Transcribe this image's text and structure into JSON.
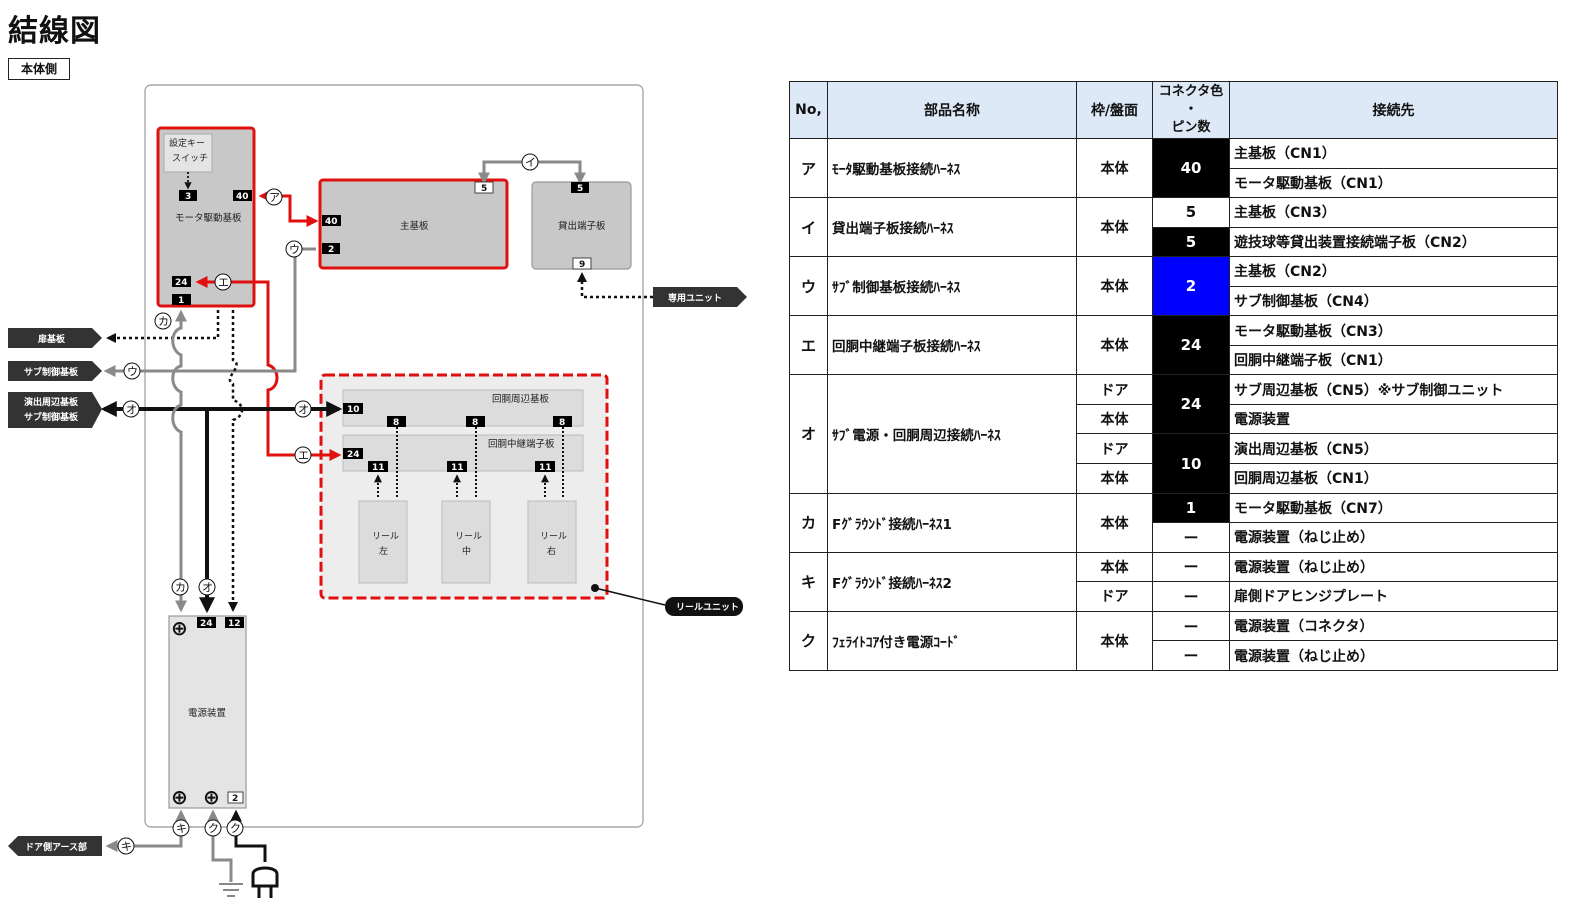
{
  "header": {
    "title": "結線図",
    "side_label": "本体側"
  },
  "colors": {
    "accent_red": "#e01010",
    "connector_black": "#000000",
    "connector_blue": "#0000ff",
    "header_bg": "#dde9f6",
    "board_gray": "#c8c8c8"
  },
  "diagram": {
    "boards": {
      "motor_board": "モータ駆動基板",
      "setting_key": "設定キー",
      "setting_switch": "スイッチ",
      "main_board": "主基板",
      "lending_board": "貸出端子板",
      "reel_periph_board": "回胴周辺基板",
      "reel_relay_board": "回胴中継端子板",
      "power_unit": "電源装置",
      "reel_left": "リール",
      "reel_left_pos": "左",
      "reel_center": "リール",
      "reel_center_pos": "中",
      "reel_right": "リール",
      "reel_right_pos": "右"
    },
    "tags": {
      "dedicated_unit": "専用ユニット",
      "door_board": "扉基板",
      "sub_control": "サブ制御基板",
      "effect_periph_1": "演出周辺基板",
      "effect_periph_2": "サブ制御基板",
      "reel_unit": "リールユニット",
      "door_earth": "ドア側アース部"
    },
    "pins": {
      "motor_3": "3",
      "motor_40": "40",
      "motor_24": "24",
      "motor_1": "1",
      "main_40": "40",
      "main_2": "2",
      "main_5": "5",
      "lend_5": "5",
      "lend_9": "9",
      "reel_10": "10",
      "reel_24": "24",
      "reel_8a": "8",
      "reel_8b": "8",
      "reel_8c": "8",
      "reel_11a": "11",
      "reel_11b": "11",
      "reel_11c": "11",
      "psu_24": "24",
      "psu_12": "12",
      "psu_2": "2"
    },
    "markers": {
      "a": "ア",
      "i": "イ",
      "u1": "ウ",
      "u2": "ウ",
      "e1": "エ",
      "e2": "エ",
      "o1": "オ",
      "o2": "オ",
      "o3": "オ",
      "ka1": "カ",
      "ka2": "カ",
      "ki1": "キ",
      "ki2": "キ",
      "ku1": "ク",
      "ku2": "ク"
    },
    "symbols": {
      "screw": "⊕"
    }
  },
  "table": {
    "headers": {
      "no": "No,",
      "name": "部品名称",
      "side": "枠/盤面",
      "pin_line1": "コネクタ色",
      "pin_line2": "・",
      "pin_line3": "ピン数",
      "dest": "接続先"
    },
    "rows": [
      {
        "no": "ア",
        "name": "ﾓｰﾀ駆動基板接続ﾊｰﾈｽ",
        "side": "本体",
        "pin": "40",
        "dest1": "主基板（CN1）",
        "dest2": "モータ駆動基板（CN1）"
      },
      {
        "no": "イ",
        "name": "貸出端子板接続ﾊｰﾈｽ",
        "side": "本体",
        "pin1": "5",
        "pin2": "5",
        "dest1": "主基板（CN3）",
        "dest2": "遊技球等貸出装置接続端子板（CN2）"
      },
      {
        "no": "ウ",
        "name": "ｻﾌﾞ制御基板接続ﾊｰﾈｽ",
        "side": "本体",
        "pin": "2",
        "dest1": "主基板（CN2）",
        "dest2": "サブ制御基板（CN4）"
      },
      {
        "no": "エ",
        "name": "回胴中継端子板接続ﾊｰﾈｽ",
        "side": "本体",
        "pin": "24",
        "dest1": "モータ駆動基板（CN3）",
        "dest2": "回胴中継端子板（CN1）"
      },
      {
        "no": "オ",
        "name": "ｻﾌﾞ電源・回胴周辺接続ﾊｰﾈｽ",
        "side1": "ドア",
        "side2": "本体",
        "side3": "ドア",
        "side4": "本体",
        "pin1": "24",
        "pin2": "10",
        "dest1": "サブ周辺基板（CN5）※サブ制御ユニット",
        "dest2": "電源装置",
        "dest3": "演出周辺基板（CN5）",
        "dest4": "回胴周辺基板（CN1）"
      },
      {
        "no": "カ",
        "name": "Fｸﾞﾗｳﾝﾄﾞ接続ﾊｰﾈｽ1",
        "side": "本体",
        "pin1": "1",
        "pin2": "ー",
        "dest1": "モータ駆動基板（CN7）",
        "dest2": "電源装置（ねじ止め）"
      },
      {
        "no": "キ",
        "name": "Fｸﾞﾗｳﾝﾄﾞ接続ﾊｰﾈｽ2",
        "side1": "本体",
        "side2": "ドア",
        "pin1": "ー",
        "pin2": "ー",
        "dest1": "電源装置（ねじ止め）",
        "dest2": "扉側ドアヒンジプレート"
      },
      {
        "no": "ク",
        "name": "ﾌｪﾗｲﾄｺｱ付き電源ｺｰﾄﾞ",
        "side": "本体",
        "pin1": "ー",
        "pin2": "ー",
        "dest1": "電源装置（コネクタ）",
        "dest2": "電源装置（ねじ止め）"
      }
    ]
  }
}
